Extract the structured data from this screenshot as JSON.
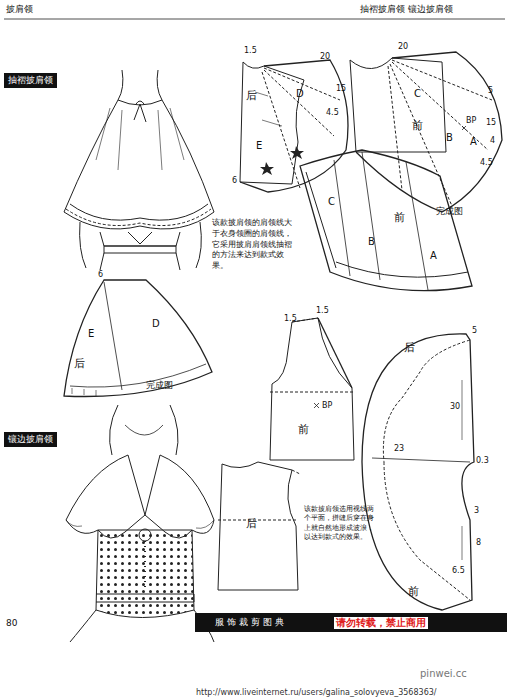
{
  "diagram": {
    "nodes": [
      {
        "text": [
          "抽褶披肩领"
        ]
      },
      {
        "text": [
          "镶边披肩领"
        ]
      },
      {
        "text": [
          "服饰裁剪图典"
        ]
      }
    ],
    "labels": [
      "披肩领",
      "抽褶披肩领 镶边披肩领",
      "1.5",
      "后",
      "D",
      "20",
      "15",
      "4.5",
      "E",
      "6",
      "20",
      "15",
      "5",
      "4.5",
      "前",
      "BP",
      "A",
      "B",
      "C",
      "4",
      "C",
      "B",
      "前",
      "A",
      "完成图",
      "该款披肩领的肩领线大于衣身领圈的肩领线，它采用披肩肩领线抽褶的方法来达到款式效果。",
      "6",
      "D",
      "E",
      "后",
      "完成图",
      "1.5",
      "1.5",
      "BP",
      "前",
      "后",
      "后",
      "5",
      "30",
      "23",
      "0.3",
      "3",
      "8",
      "6.5",
      "前",
      "该款披肩领选用视线两个平面，拼缝后穿在身上就自然地形成波浪，以达到款式的效果。",
      "80",
      "请勿转载，禁止商用",
      "pinwei.cc",
      "http://www.liveinternet.ru/users/galina_solovyeva_3568363/"
    ]
  }
}
